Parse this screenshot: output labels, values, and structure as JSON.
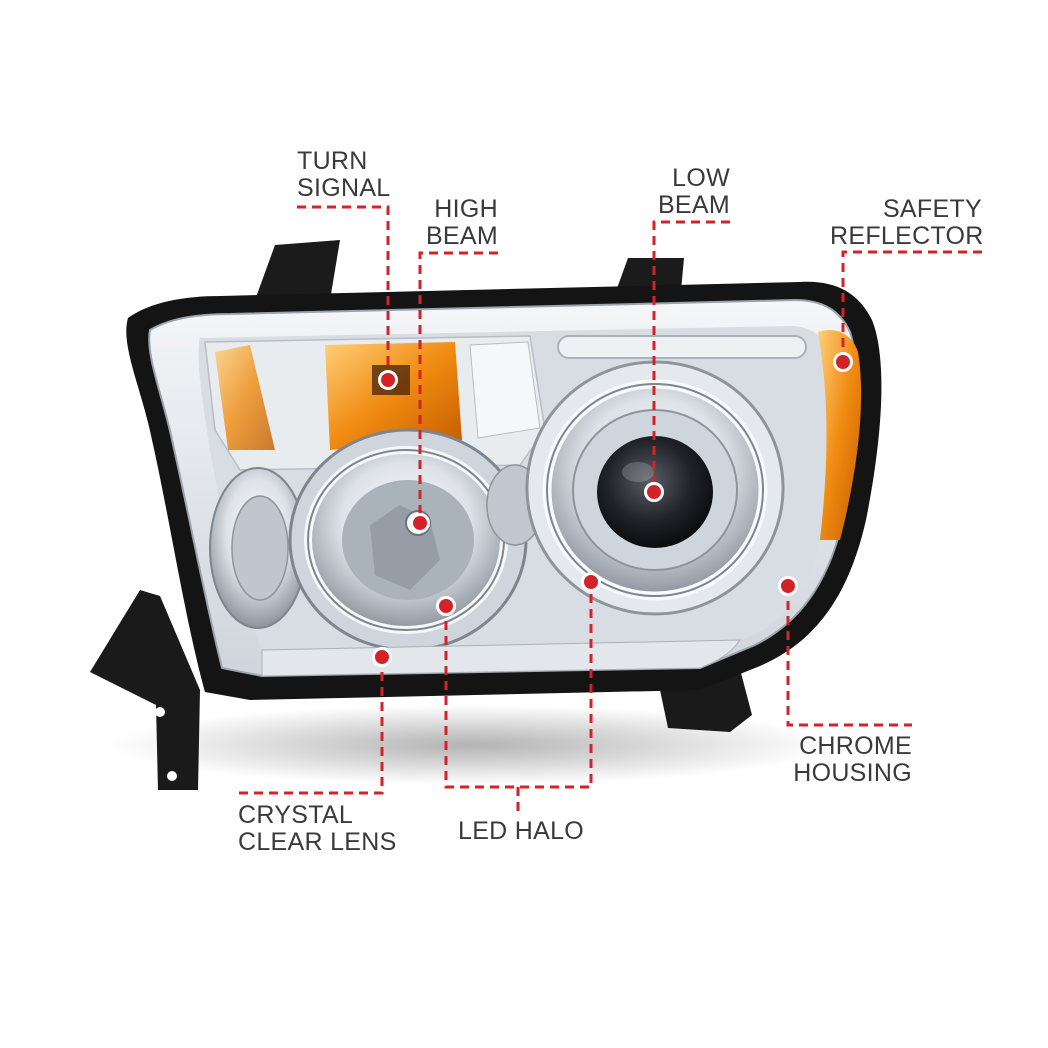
{
  "callouts": {
    "turn_signal": {
      "line1": "TURN",
      "line2": "SIGNAL"
    },
    "high_beam": {
      "line1": "HIGH",
      "line2": "BEAM"
    },
    "low_beam": {
      "line1": "LOW",
      "line2": "BEAM"
    },
    "safety_reflector": {
      "line1": "SAFETY",
      "line2": "REFLECTOR"
    },
    "chrome_housing": {
      "line1": "CHROME",
      "line2": "HOUSING"
    },
    "crystal_clear_lens": {
      "line1": "CRYSTAL",
      "line2": "CLEAR LENS"
    },
    "led_halo": {
      "line1": "LED HALO"
    }
  },
  "colors": {
    "callout_line": "#d42229",
    "label_text": "#3a3a3a",
    "amber": "#f08a10",
    "housing_black": "#141414",
    "chrome": "#c9cfd6"
  }
}
